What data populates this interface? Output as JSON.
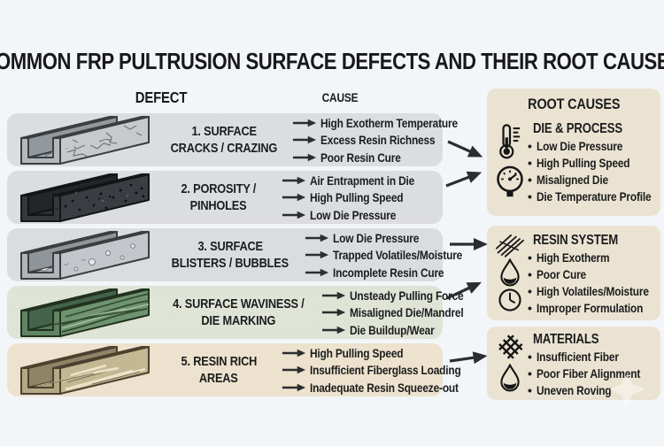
{
  "title": "COMMON FRP PULTRUSION SURFACE DEFECTS AND THEIR ROOT CAUSES",
  "column_headers": {
    "defect": "DEFECT",
    "cause": "CAUSE"
  },
  "root_causes_header": "ROOT CAUSES",
  "defect_rows": [
    {
      "label_line1": "1. SURFACE",
      "label_line2": "CRACKS / CRAZING",
      "causes": [
        "High Exotherm Temperature",
        "Excess Resin Richness",
        "Poor Resin Cure"
      ],
      "row_bg": "#dbdde1",
      "illustration": "cracked-gray-channel-profile",
      "channel_palette": {
        "top": "#d9dcdf",
        "side": "#c6cacd",
        "inner": "#aeb3b8",
        "front": "#b3b8bd",
        "dark": "#93989d",
        "outline": "#3b3e41",
        "detail": "#6f757b",
        "detail2": "#e6e9eb"
      }
    },
    {
      "label_line1": "2. POROSITY /",
      "label_line2": "PINHOLES",
      "causes": [
        "Air Entrapment in Die",
        "High Pulling Speed",
        "Low Die Pressure"
      ],
      "row_bg": "#dbdde1",
      "illustration": "porous-black-channel-profile",
      "channel_palette": {
        "top": "#5d6064",
        "side": "#3a3d41",
        "inner": "#2e3134",
        "front": "#35383b",
        "dark": "#232629",
        "outline": "#121416",
        "detail": "#0c0d0e",
        "detail2": "#6e7277"
      }
    },
    {
      "label_line1": "3. SURFACE",
      "label_line2": "BLISTERS / BUBBLES",
      "causes": [
        "Low Die Pressure",
        "Trapped Volatiles/Moisture",
        "Incomplete Resin Cure"
      ],
      "row_bg": "#dadce0",
      "illustration": "blistered-gray-channel-profile",
      "channel_palette": {
        "top": "#d8dbde",
        "side": "#c3c7cb",
        "inner": "#abb0b5",
        "front": "#b0b5ba",
        "dark": "#90959a",
        "outline": "#3b3e41",
        "detail": "#787e84",
        "detail2": "#e2e5e8"
      }
    },
    {
      "label_line1": "4. SURFACE WAVINESS /",
      "label_line2": "DIE MARKING",
      "causes": [
        "Unsteady Pulling Force",
        "Misaligned Die/Mandrel",
        "Die Buildup/Wear"
      ],
      "row_bg": "#dfe5d6",
      "illustration": "wavy-green-channel-profile",
      "channel_palette": {
        "top": "#90ae8c",
        "side": "#6e936e",
        "inner": "#567a5b",
        "front": "#608563",
        "dark": "#45624a",
        "outline": "#233220",
        "detail": "#31492f",
        "detail2": "#aac4a3"
      }
    },
    {
      "label_line1": "5. RESIN RICH",
      "label_line2": "AREAS",
      "causes": [
        "High Pulling Speed",
        "Insufficient Fiberglass Loading",
        "Inadequate Resin Squeeze-out"
      ],
      "row_bg": "#ede2cd",
      "illustration": "resin-rich-tan-channel-profile",
      "channel_palette": {
        "top": "#d7ccac",
        "side": "#c4b894",
        "inner": "#ab9f7e",
        "front": "#b4a885",
        "dark": "#908467",
        "outline": "#4a422f",
        "detail": "#7c7157",
        "detail2": "#ece4ca"
      }
    }
  ],
  "root_cause_groups": [
    {
      "title": "DIE & PROCESS",
      "icons": [
        "thermometer-icon",
        "pressure-gauge-icon"
      ],
      "items": [
        "Low Die Pressure",
        "High Pulling Speed",
        "Misaligned Die",
        "Die Temperature Profile"
      ]
    },
    {
      "title": "RESIN SYSTEM",
      "icons": [
        "fiber-strands-icon",
        "droplet-icon",
        "clock-icon"
      ],
      "items": [
        "High Exotherm",
        "Poor Cure",
        "High Volatiles/Moisture",
        "Improper Formulation"
      ]
    },
    {
      "title": "MATERIALS",
      "icons": [
        "woven-fiber-icon",
        "droplet-icon"
      ],
      "items": [
        "Insufficient Fiber",
        "Poor Fiber Alignment",
        "Uneven Roving"
      ]
    }
  ],
  "colors": {
    "page_background": "#f3f6f8",
    "text": "#1b1c1e",
    "arrow": "#2c2d2e",
    "panel_background": "#ebe3d2",
    "row_gray": "#dbdde1",
    "row_green": "#dfe5d6",
    "row_tan": "#ede2cd"
  }
}
